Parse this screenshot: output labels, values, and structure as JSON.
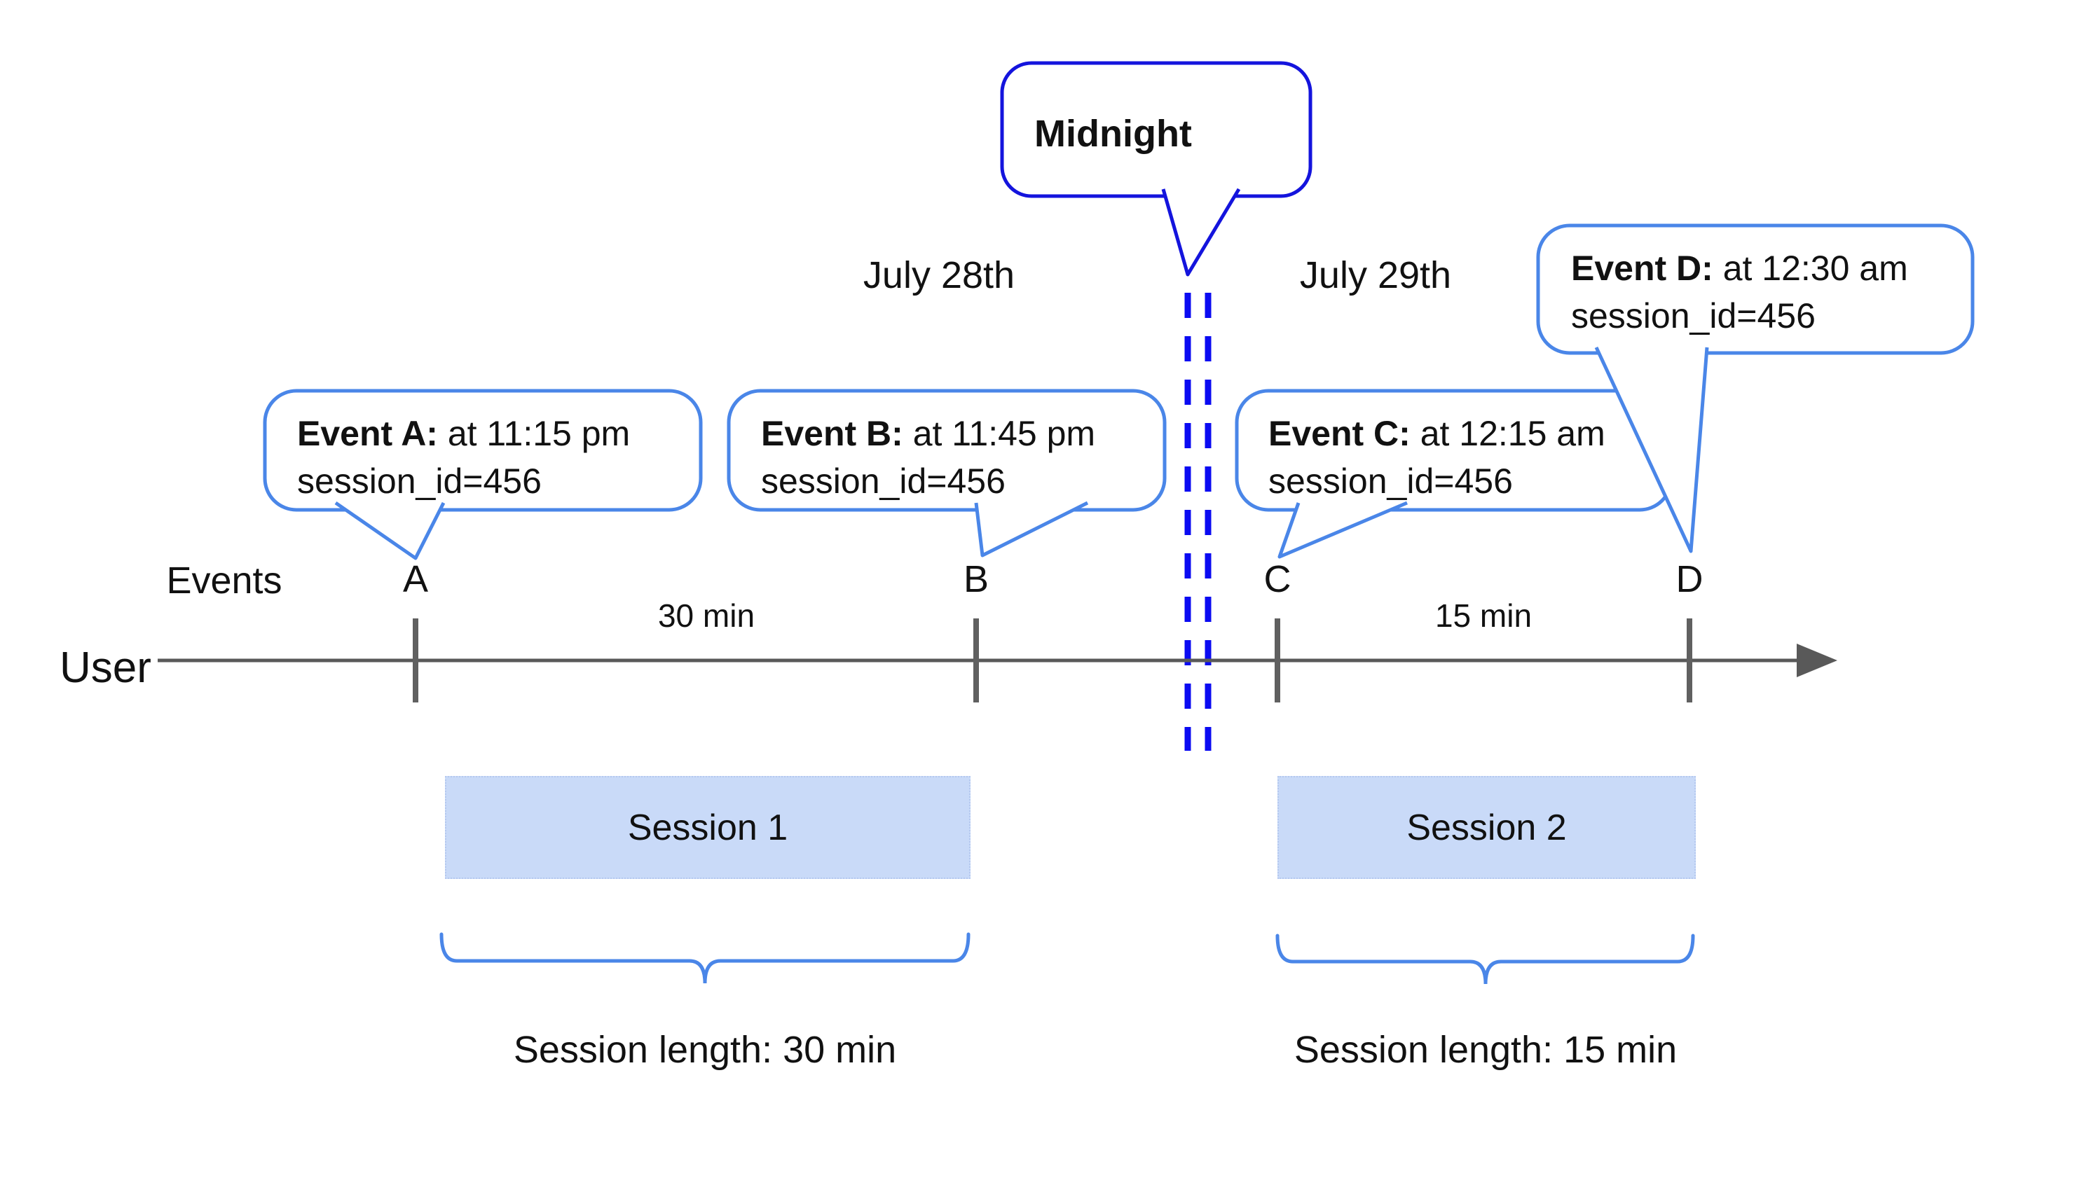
{
  "diagram": {
    "title_hint": "Session length across midnight timeline diagram",
    "colors": {
      "callout_border": "#4a86e8",
      "midnight_border": "#1414dd",
      "dash_blue": "#0b0bf2",
      "timeline_gray": "#595959",
      "tick_gray": "#606060",
      "session_fill": "#c9daf8",
      "text_black": "#111111"
    },
    "midnight_callout": {
      "text": "Midnight"
    },
    "date_labels": {
      "left": "July 28th",
      "right": "July 29th"
    },
    "events_axis_label": "Events",
    "user_label": "User",
    "event_markers": [
      "A",
      "B",
      "C",
      "D"
    ],
    "interval_labels": {
      "ab": "30 min",
      "cd": "15 min"
    },
    "event_callouts": [
      {
        "label": "Event A:",
        "time": " at 11:15 pm",
        "session": "session_id=456"
      },
      {
        "label": "Event B:",
        "time": " at 11:45 pm",
        "session": "session_id=456"
      },
      {
        "label": "Event C:",
        "time": " at 12:15 am",
        "session": "session_id=456"
      },
      {
        "label": "Event D:",
        "time": " at 12:30 am",
        "session": "session_id=456"
      }
    ],
    "sessions": [
      {
        "name": "Session 1",
        "length_label": "Session length: 30 min"
      },
      {
        "name": "Session 2",
        "length_label": "Session length: 15 min"
      }
    ]
  }
}
